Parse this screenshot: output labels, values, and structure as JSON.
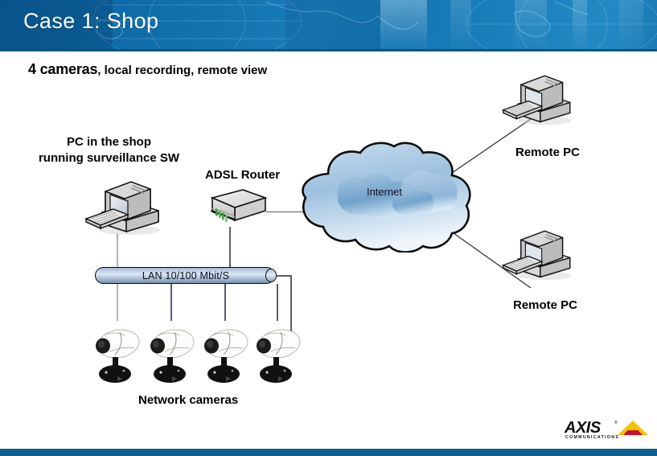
{
  "slide": {
    "title": "Case 1: Shop",
    "subtitle_strong": "4 cameras",
    "subtitle_rest": ", local recording, remote view",
    "header_color": "#1272b0",
    "header_rule_color": "#0a567f",
    "bottom_bar_color": "#0c5f90"
  },
  "diagram": {
    "labels": {
      "pc_shop_line1": "PC in the shop",
      "pc_shop_line2": "running surveillance SW",
      "adsl_router": "ADSL Router",
      "remote_pc_top": "Remote PC",
      "remote_pc_bottom": "Remote PC",
      "network_cameras": "Network cameras",
      "lan_bar": "LAN 10/100 Mbit/S",
      "cloud": "Internet"
    },
    "cameras": {
      "count": 4,
      "positions_x": [
        113,
        181,
        248,
        313
      ]
    },
    "cloud_color": "#8fb5d9",
    "camera_body_color": "#ffffff",
    "camera_lens_color": "#1a1a1a",
    "router_led_color": "#3f9b3f"
  },
  "logo": {
    "wordmark": "AXIS",
    "tagline": "COMMUNICATIONS",
    "trademark": "®",
    "triangle_yellow": "#f5c400",
    "triangle_red": "#c8102e"
  }
}
